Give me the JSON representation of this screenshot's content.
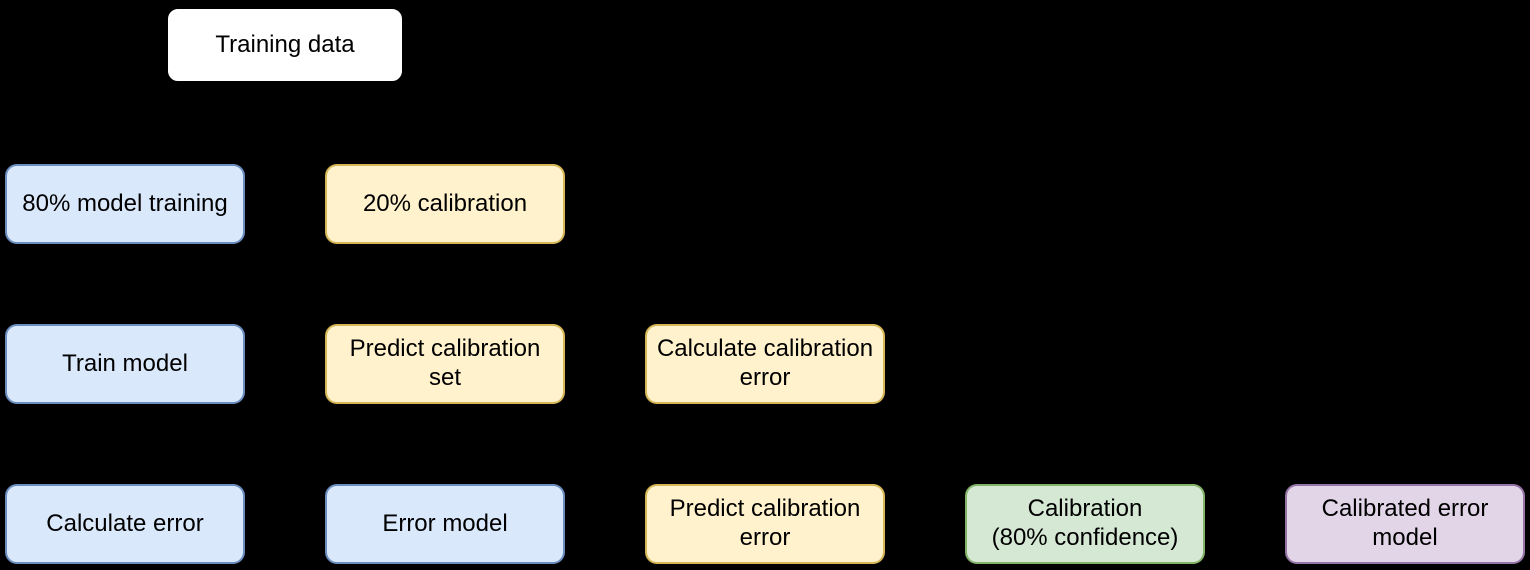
{
  "diagram": {
    "type": "flowchart",
    "background": "#000000",
    "text_color": "#000000",
    "palette": {
      "white": {
        "fill": "#ffffff",
        "stroke": "#000000"
      },
      "blue": {
        "fill": "#dae8fc",
        "stroke": "#6c8ebf"
      },
      "yellow": {
        "fill": "#fff2cc",
        "stroke": "#d6b656"
      },
      "green": {
        "fill": "#d5e8d4",
        "stroke": "#82b366"
      },
      "purple": {
        "fill": "#e1d5e7",
        "stroke": "#9673a6"
      }
    },
    "nodes": [
      {
        "id": "training-data",
        "label": "Training data",
        "color": "white"
      },
      {
        "id": "model-training-80",
        "label": "80% model training",
        "color": "blue"
      },
      {
        "id": "calibration-20",
        "label": "20% calibration",
        "color": "yellow"
      },
      {
        "id": "train-model",
        "label": "Train model",
        "color": "blue"
      },
      {
        "id": "predict-calibration-set",
        "label": "Predict calibration set",
        "color": "yellow"
      },
      {
        "id": "calculate-calibration-error",
        "label": "Calculate calibration\nerror",
        "color": "yellow"
      },
      {
        "id": "calculate-error",
        "label": "Calculate error",
        "color": "blue"
      },
      {
        "id": "error-model",
        "label": "Error model",
        "color": "blue"
      },
      {
        "id": "predict-calibration-error",
        "label": "Predict calibration\nerror",
        "color": "yellow"
      },
      {
        "id": "calibration-confidence",
        "label": "Calibration\n(80% confidence)",
        "color": "green"
      },
      {
        "id": "calibrated-error-model",
        "label": "Calibrated error\nmodel",
        "color": "purple"
      }
    ]
  }
}
